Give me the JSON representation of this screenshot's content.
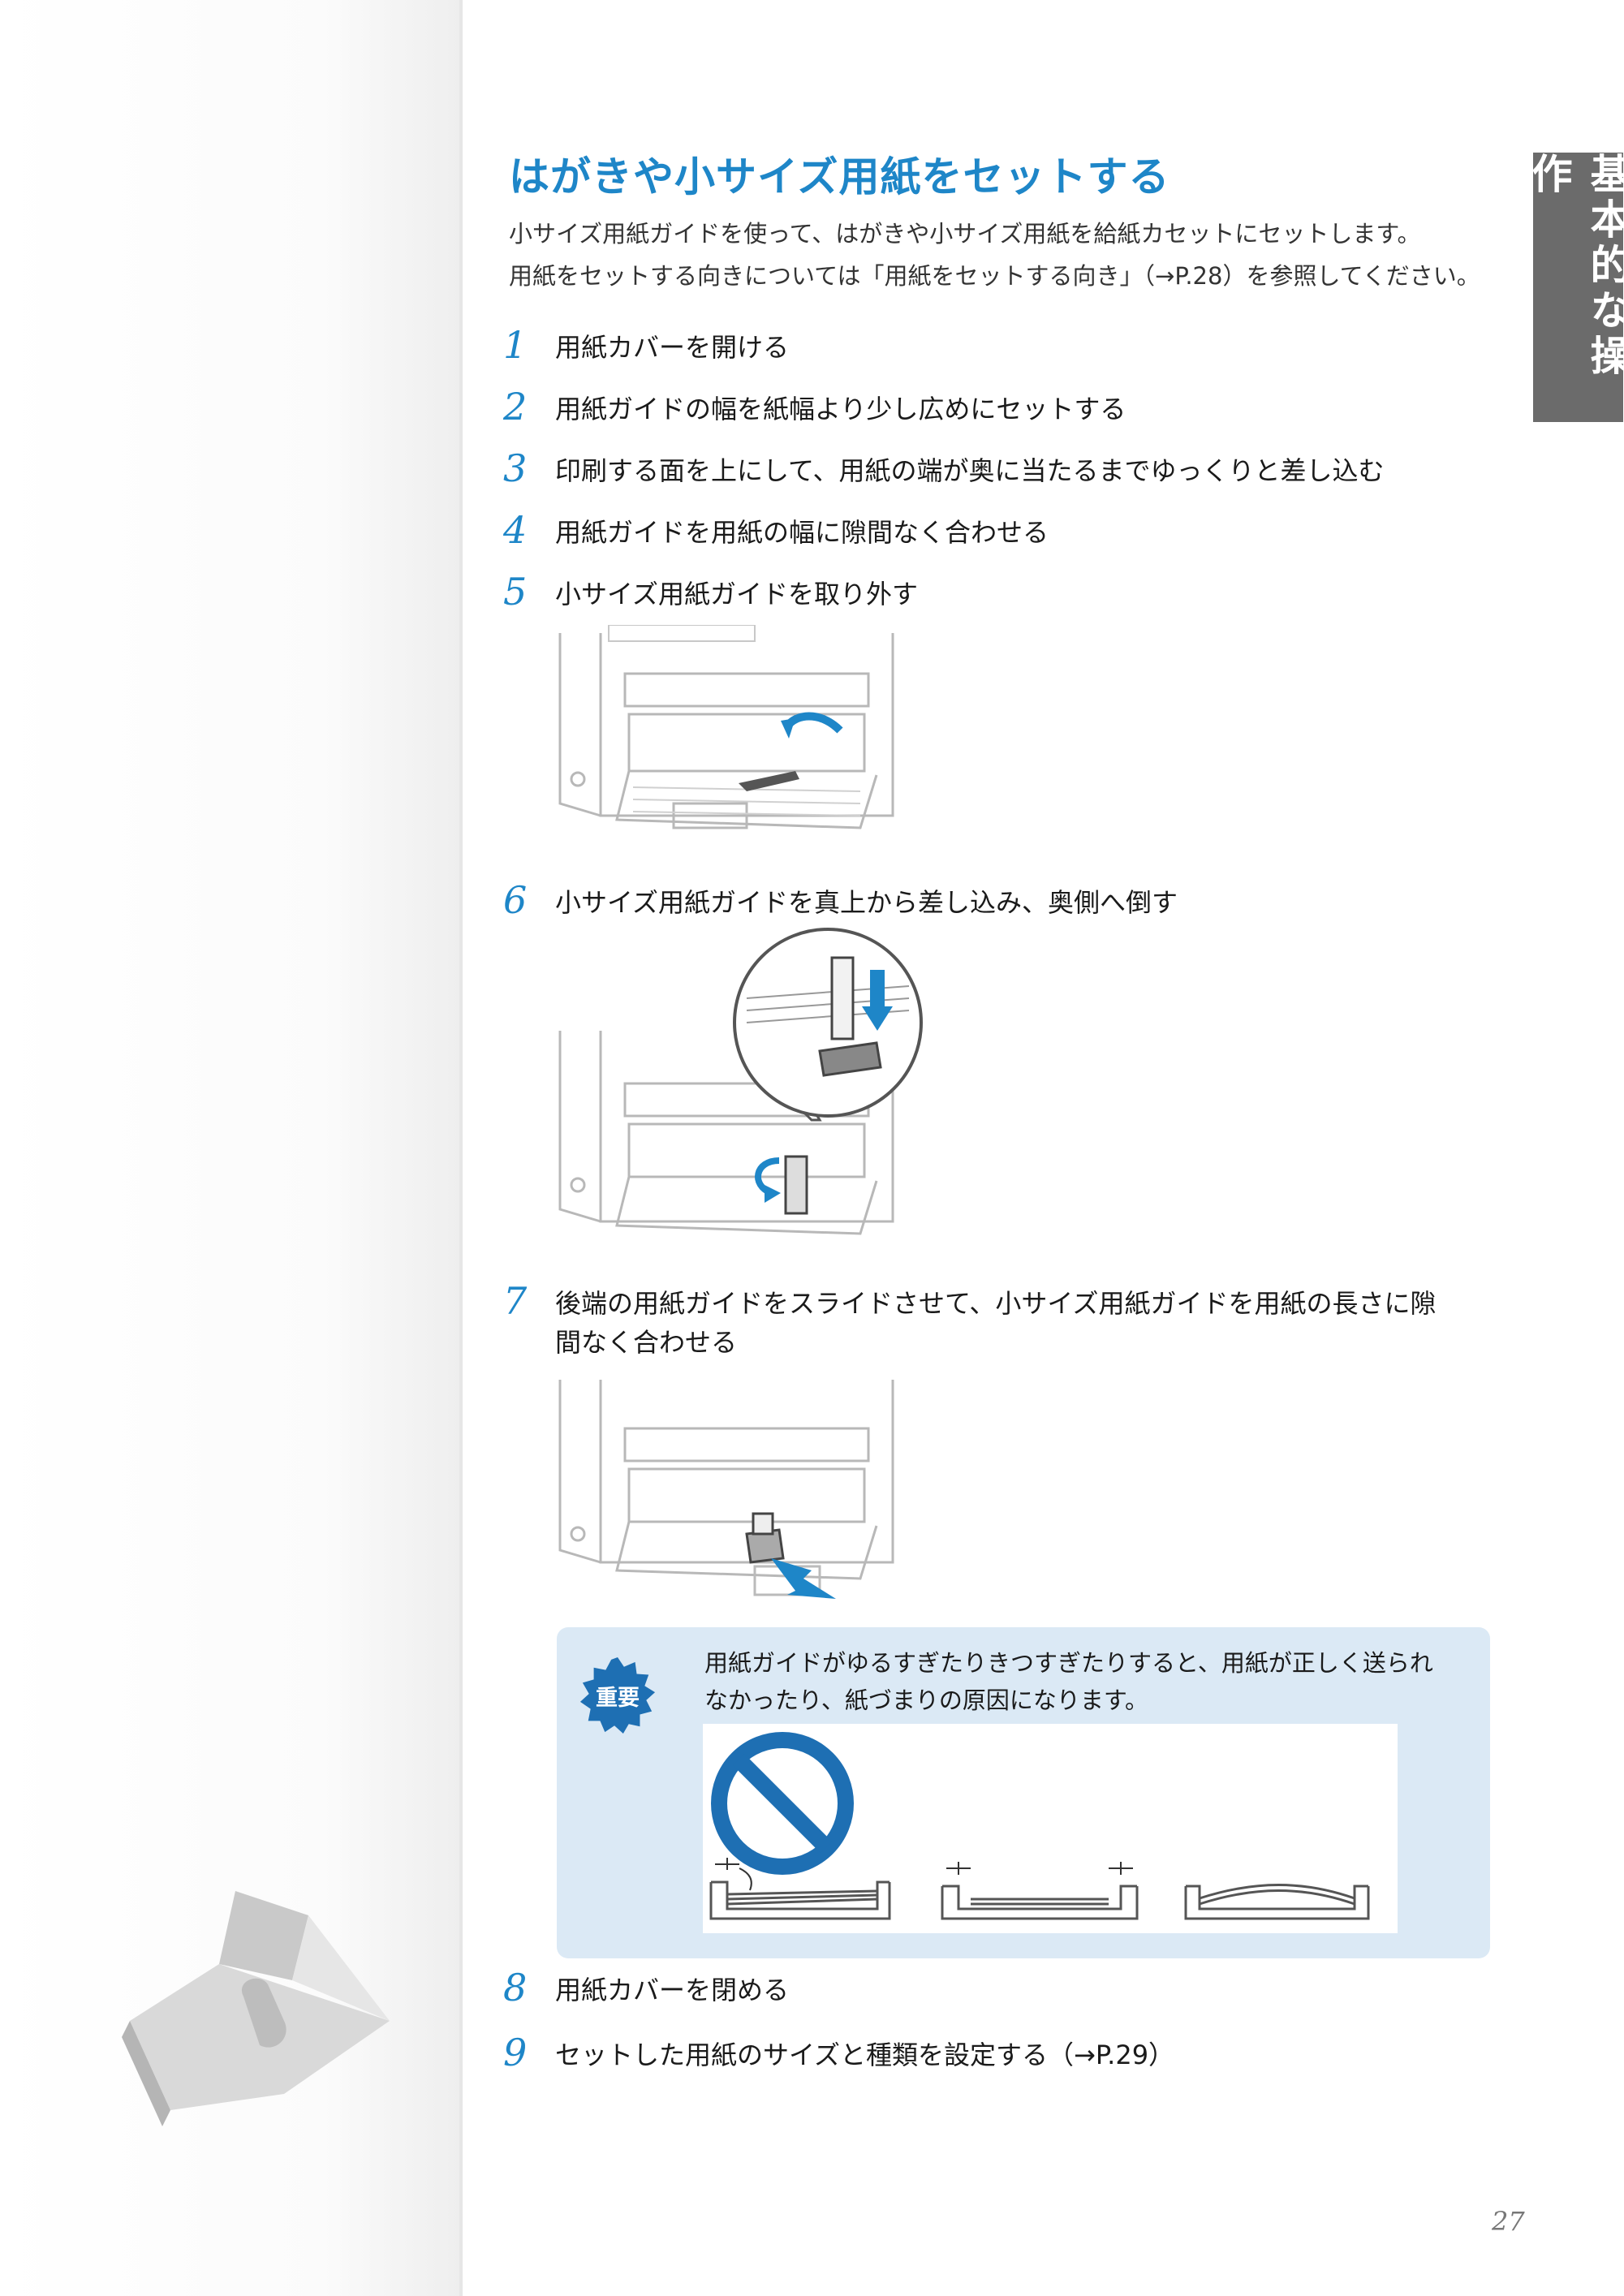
{
  "title": "はがきや小サイズ用紙をセットする",
  "intro": [
    "小サイズ用紙ガイドを使って、はがきや小サイズ用紙を給紙カセットにセットします。",
    "用紙をセットする向きについては「用紙をセットする向き」（→P.28）を参照してください。"
  ],
  "side_tab": "基本的な操作",
  "steps": [
    {
      "num": "1",
      "text": "用紙カバーを開ける"
    },
    {
      "num": "2",
      "text": "用紙ガイドの幅を紙幅より少し広めにセットする"
    },
    {
      "num": "3",
      "text": "印刷する面を上にして、用紙の端が奥に当たるまでゆっくりと差し込む"
    },
    {
      "num": "4",
      "text": "用紙ガイドを用紙の幅に隙間なく合わせる"
    },
    {
      "num": "5",
      "text": "小サイズ用紙ガイドを取り外す"
    },
    {
      "num": "6",
      "text": "小サイズ用紙ガイドを真上から差し込み、奥側へ倒す"
    },
    {
      "num": "7",
      "text": "後端の用紙ガイドをスライドさせて、小サイズ用紙ガイドを用紙の長さに隙",
      "text2": "間なく合わせる"
    },
    {
      "num": "8",
      "text": "用紙カバーを閉める"
    },
    {
      "num": "9",
      "text": "セットした用紙のサイズと種類を設定する（→P.29）"
    }
  ],
  "important": {
    "badge": "重要",
    "lines": [
      "用紙ガイドがゆるすぎたりきつすぎたりすると、用紙が正しく送られ",
      "なかったり、紙づまりの原因になります。"
    ]
  },
  "page_number": "27",
  "colors": {
    "accent": "#1e86c8",
    "tab": "#6b6b6b",
    "note_bg": "#dbe9f5"
  }
}
